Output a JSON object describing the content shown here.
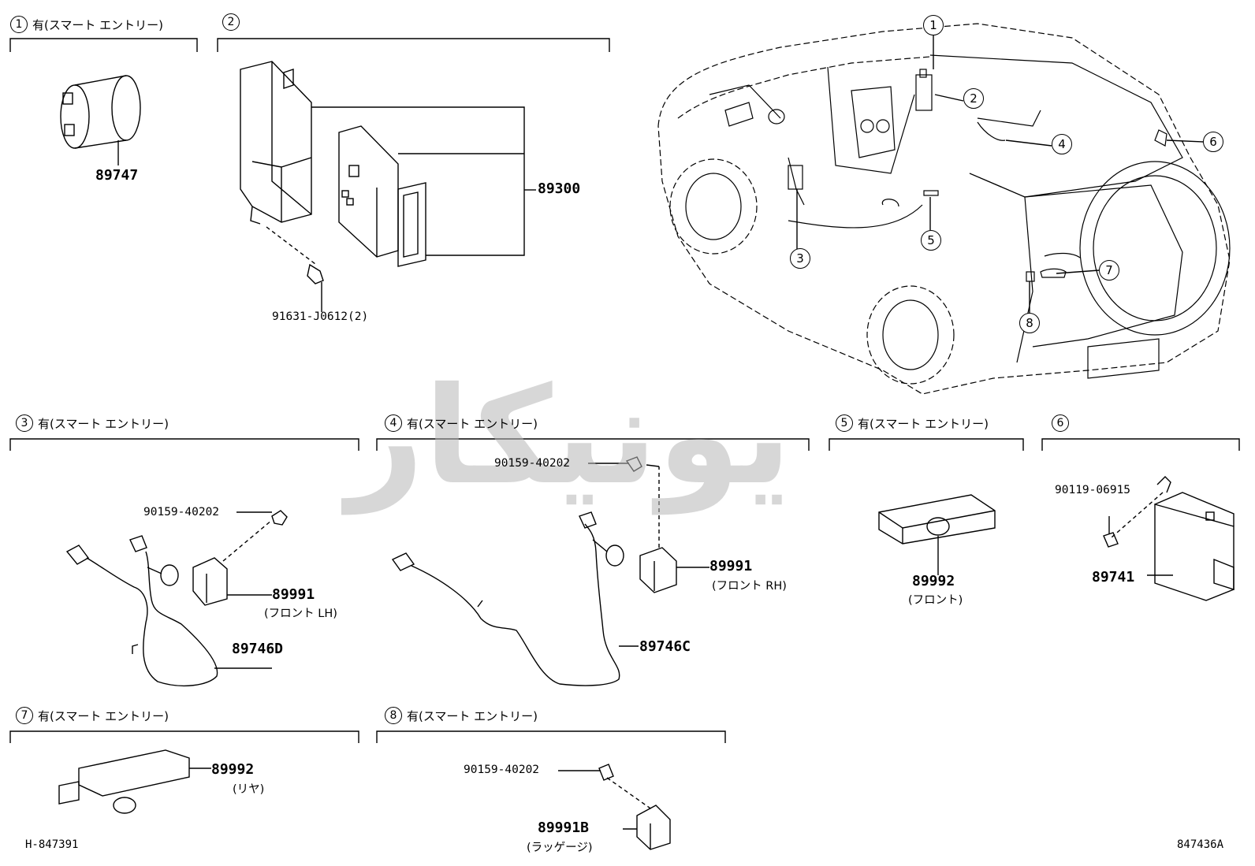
{
  "watermark": "یونیکار",
  "sections": [
    {
      "num": "1",
      "label": "有(スマート エントリー)"
    },
    {
      "num": "2",
      "label": ""
    },
    {
      "num": "3",
      "label": "有(スマート エントリー)"
    },
    {
      "num": "4",
      "label": "有(スマート エントリー)"
    },
    {
      "num": "5",
      "label": "有(スマート エントリー)"
    },
    {
      "num": "6",
      "label": ""
    },
    {
      "num": "7",
      "label": "有(スマート エントリー)"
    },
    {
      "num": "8",
      "label": "有(スマート エントリー)"
    }
  ],
  "parts": {
    "p89747": "89747",
    "p89300": "89300",
    "p91631": "91631-J0612(2)",
    "p90159_a": "90159-40202",
    "p89991_lh": "89991",
    "p89991_lh_sub": "(フロント LH)",
    "p89746d": "89746D",
    "p90159_b": "90159-40202",
    "p89991_rh": "89991",
    "p89991_rh_sub": "(フロント RH)",
    "p89746c": "89746C",
    "p89992_f": "89992",
    "p89992_f_sub": "(フロント)",
    "p90119": "90119-06915",
    "p89741": "89741",
    "p89992_r": "89992",
    "p89992_r_sub": "(リヤ)",
    "p90159_c": "90159-40202",
    "p89991b": "89991B",
    "p89991b_sub": "(ラッゲージ)"
  },
  "callouts": [
    "1",
    "2",
    "3",
    "4",
    "5",
    "6",
    "7",
    "8"
  ],
  "refs": {
    "left": "H-847391",
    "right": "847436A"
  }
}
